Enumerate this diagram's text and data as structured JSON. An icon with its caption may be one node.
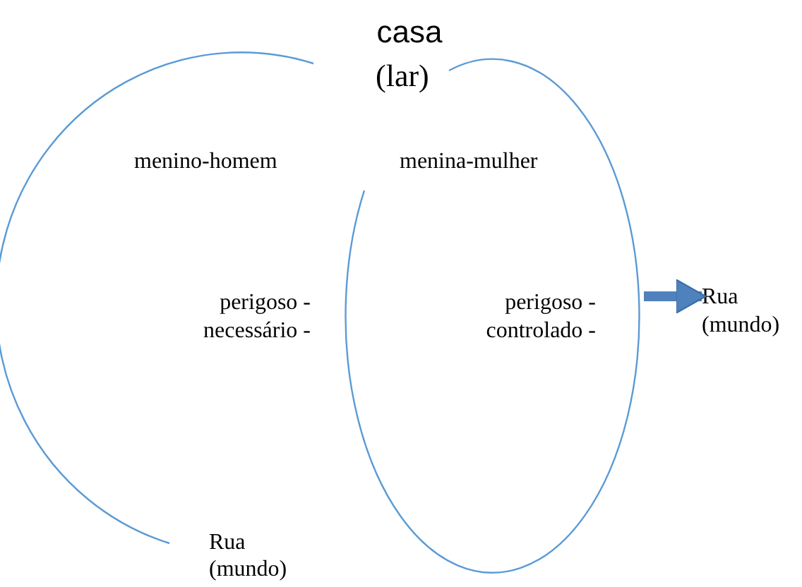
{
  "diagram": {
    "title": "casa",
    "nodes": [
      {
        "text": [
          "menino-homem",
          "perigoso - necessário -"
        ]
      },
      {
        "text": [
          "menina-mulher",
          "perigoso - controlado -"
        ]
      },
      {
        "text": [
          "Rua (mundo)"
        ]
      }
    ],
    "edges": [
      {
        "from": 1,
        "to": 2,
        "arrow": "to"
      }
    ],
    "labels": [
      "(lar)",
      "Rua (mundo)"
    ]
  }
}
